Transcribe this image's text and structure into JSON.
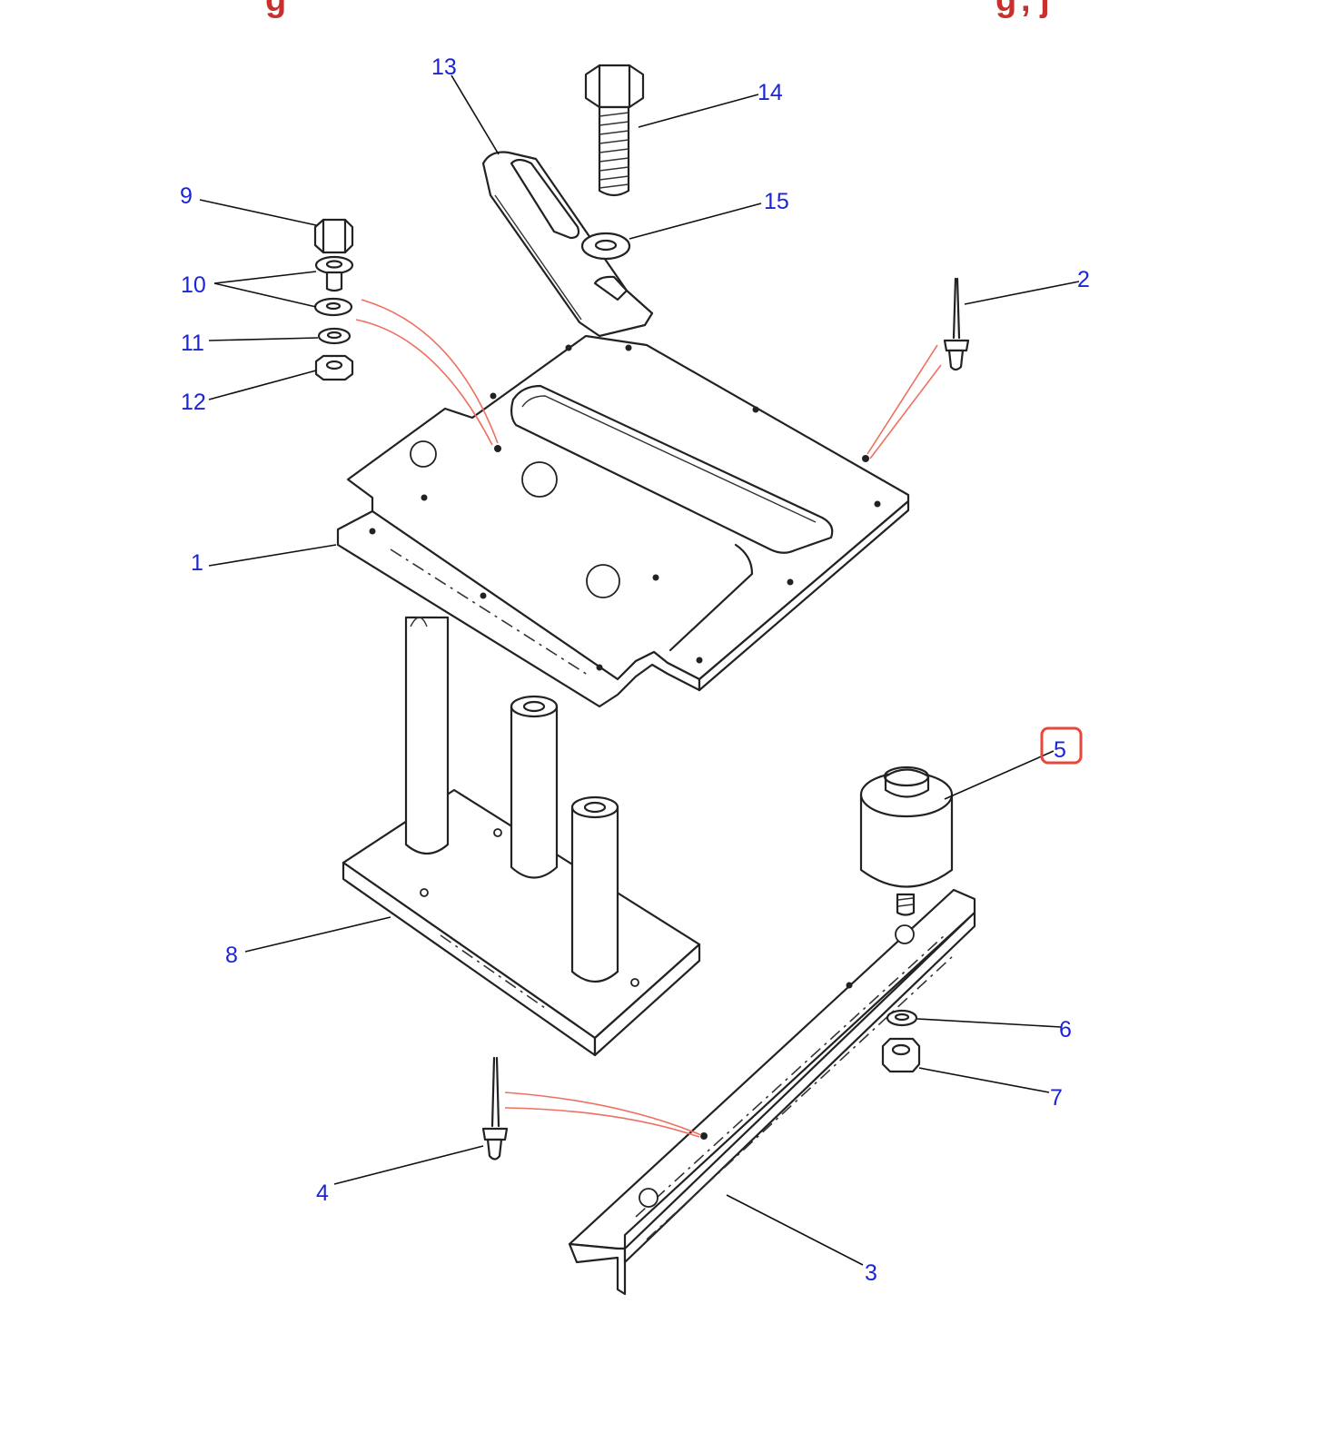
{
  "header": {
    "left_fragment": "g",
    "right_fragment": "g",
    "right_tail": ", j",
    "color": "#c9302c"
  },
  "diagram": {
    "callout_color": "#1c25d6",
    "leader_color": "#111111",
    "red_leader_color": "#ef6f60",
    "highlight_color": "#e8473b",
    "highlighted_callout": "5",
    "callouts": {
      "c1": "1",
      "c2": "2",
      "c3": "3",
      "c4": "4",
      "c5": "5",
      "c6": "6",
      "c7": "7",
      "c8": "8",
      "c9": "9",
      "c10": "10",
      "c11": "11",
      "c12": "12",
      "c13": "13",
      "c14": "14",
      "c15": "15"
    },
    "parts": [
      "mounting-plate",
      "rivet",
      "channel-rail",
      "rivet",
      "rubber-mount",
      "washer",
      "nut",
      "base-plate",
      "bolt",
      "washers",
      "lock-washer",
      "nut",
      "slotted-bracket",
      "hex-bolt",
      "flat-washer"
    ]
  }
}
